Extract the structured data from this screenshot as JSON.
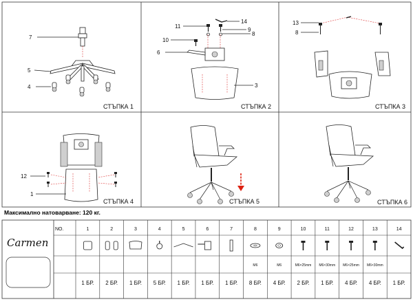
{
  "steps": [
    {
      "title": "СТЪПКА 1",
      "callouts": [
        "7",
        "5",
        "4"
      ]
    },
    {
      "title": "СТЪПКА 2",
      "callouts": [
        "11",
        "14",
        "9",
        "8",
        "10",
        "6",
        "3"
      ]
    },
    {
      "title": "СТЪПКА 3",
      "callouts": [
        "13",
        "8"
      ]
    },
    {
      "title": "СТЪПКА 4",
      "callouts": [
        "12",
        "1"
      ]
    },
    {
      "title": "СТЪПКА 5",
      "callouts": []
    },
    {
      "title": "СТЪПКА 6",
      "callouts": []
    }
  ],
  "max_load": "Максимално натоварване: 120 кг.",
  "brand": "Carmen",
  "table": {
    "header": "NO.",
    "parts": [
      {
        "no": "1",
        "spec": "",
        "qty": "1 БР.",
        "icon": "seat-icon"
      },
      {
        "no": "2",
        "spec": "",
        "qty": "2 БР.",
        "icon": "armrests-icon"
      },
      {
        "no": "3",
        "spec": "",
        "qty": "1 БР.",
        "icon": "backrest-icon"
      },
      {
        "no": "4",
        "spec": "",
        "qty": "5 БР.",
        "icon": "caster-icon"
      },
      {
        "no": "5",
        "spec": "",
        "qty": "1 БР.",
        "icon": "base-icon"
      },
      {
        "no": "6",
        "spec": "",
        "qty": "1 БР.",
        "icon": "mechanism-icon"
      },
      {
        "no": "7",
        "spec": "",
        "qty": "1 БР.",
        "icon": "gas-lift-icon"
      },
      {
        "no": "8",
        "spec": "M6",
        "qty": "8 БР.",
        "icon": "washer-icon"
      },
      {
        "no": "9",
        "spec": "M6",
        "qty": "4 БР.",
        "icon": "spring-washer-icon"
      },
      {
        "no": "10",
        "spec": "M6×25mm",
        "qty": "2 БР.",
        "icon": "bolt-icon"
      },
      {
        "no": "11",
        "spec": "M6×30mm",
        "qty": "1 БР.",
        "icon": "bolt-icon"
      },
      {
        "no": "12",
        "spec": "M6×25mm",
        "qty": "4 БР.",
        "icon": "bolt-icon"
      },
      {
        "no": "13",
        "spec": "M6×30mm",
        "qty": "4 БР.",
        "icon": "bolt-icon"
      },
      {
        "no": "14",
        "spec": "",
        "qty": "1 БР.",
        "icon": "hex-key-icon"
      }
    ]
  }
}
